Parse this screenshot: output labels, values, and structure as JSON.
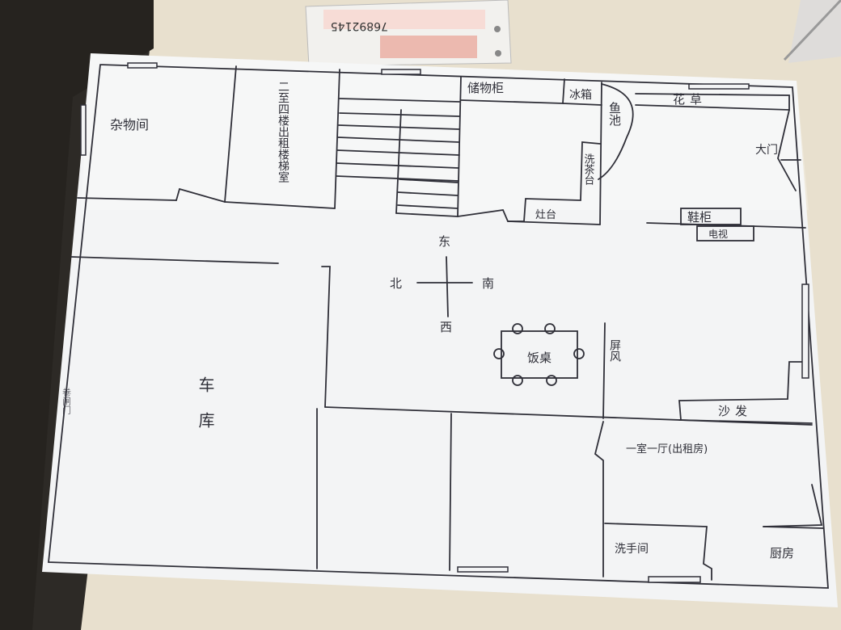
{
  "labels": {
    "storage_room": "杂物间",
    "stair_room": "二至四楼出租楼梯室",
    "cabinet": "储物柜",
    "fridge": "冰箱",
    "fish_pond": "鱼池",
    "flower": "花草",
    "front_door": "大门",
    "tea_table": "洗茶台",
    "stove": "灶台",
    "shoe_cabinet": "鞋柜",
    "tv": "电视",
    "east": "东",
    "north": "北",
    "south": "南",
    "west": "西",
    "dining_table": "饭桌",
    "screen": "屏风",
    "garage": "车库",
    "sofa": "沙发",
    "rental_unit": "一室一厅(出租房)",
    "washroom": "洗手间",
    "kitchen": "厨房",
    "garage_door": "卷闸门"
  },
  "receipt": {
    "number": "76892145"
  },
  "colors": {
    "paper": "#f3f4f5",
    "ink": "#2f2f38",
    "desk": "#e9e1cf",
    "receipt_red": "#d65a4a"
  }
}
